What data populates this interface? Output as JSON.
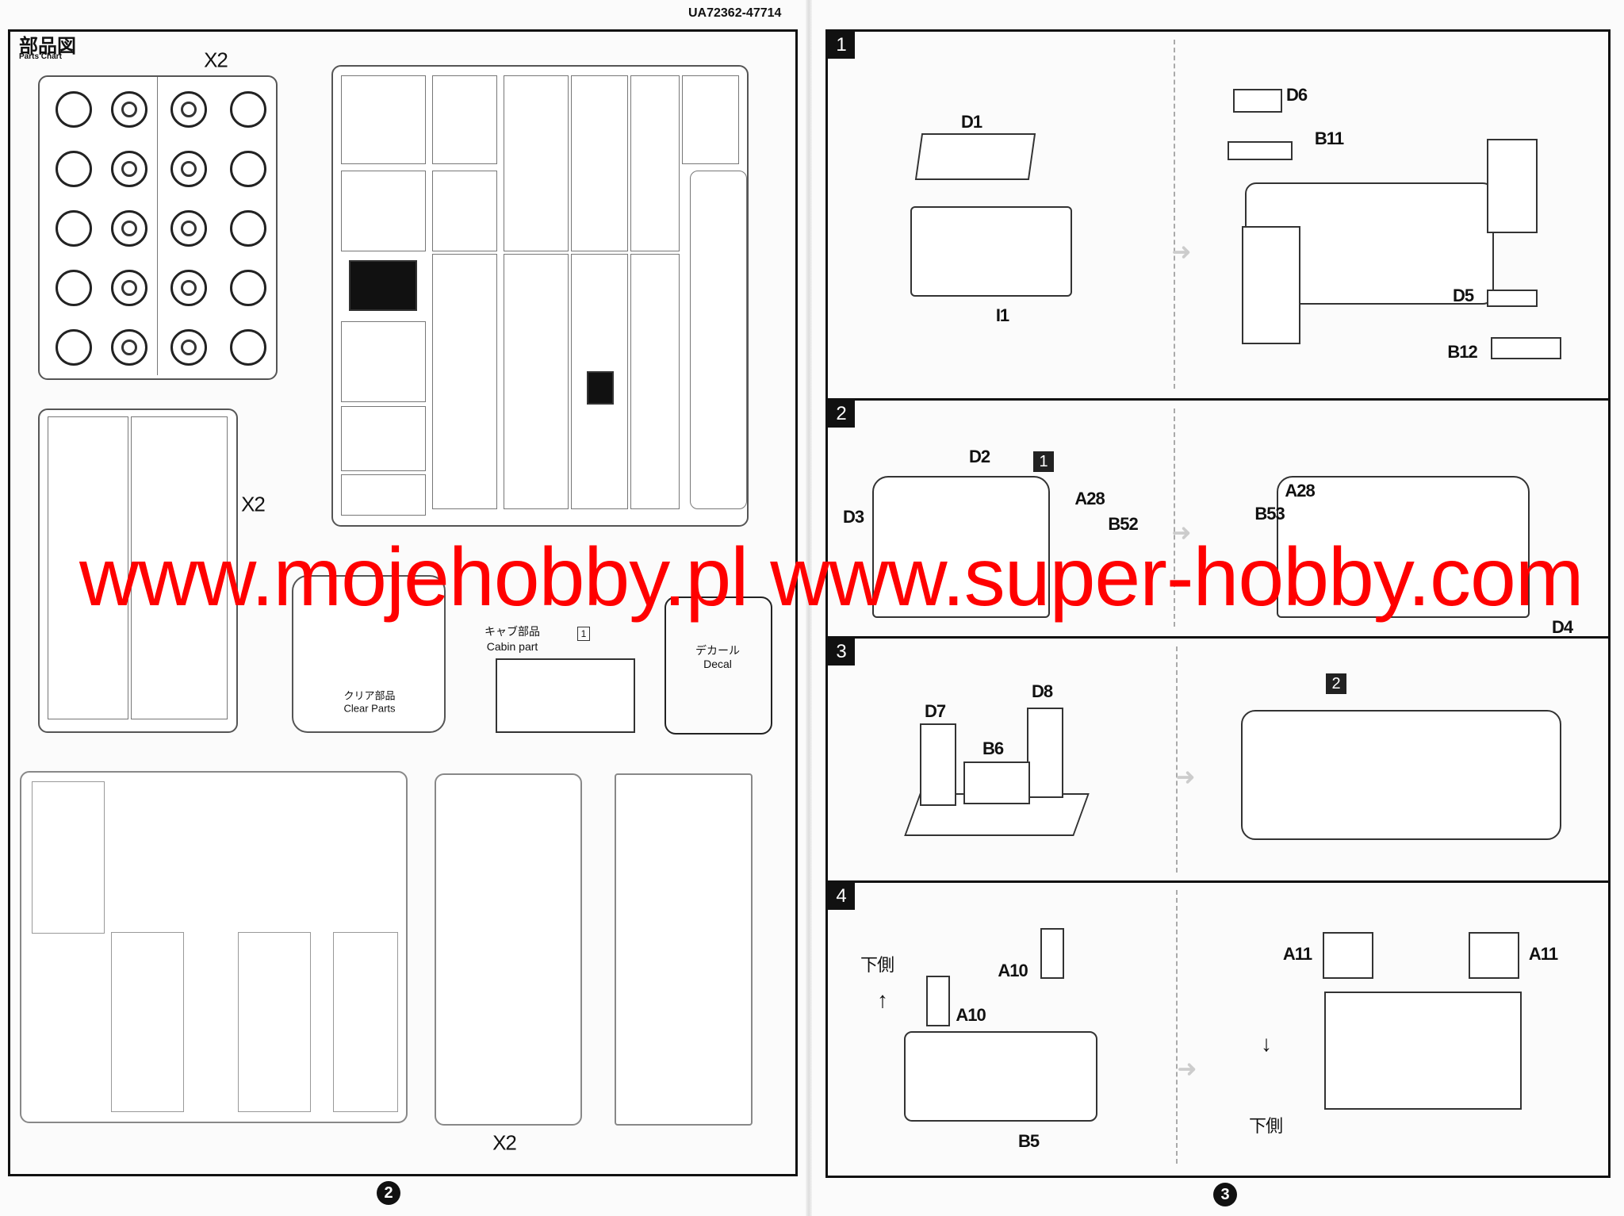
{
  "doc_code": "UA72362-47714",
  "left_page": {
    "title_jp": "部品図",
    "title_en": "Parts Chart",
    "multipliers": [
      "X2",
      "X2",
      "X2"
    ],
    "cabin_part_jp": "キャブ部品",
    "cabin_part_en": "Cabin part",
    "cabin_badge": "1",
    "clear_parts_jp": "クリア部品",
    "clear_parts_en": "Clear Parts",
    "decal_jp": "デカール",
    "decal_en": "Decal",
    "page_number": "2"
  },
  "right_page": {
    "page_number": "3",
    "steps": [
      {
        "number": "1",
        "labels": [
          "D1",
          "I1",
          "D6",
          "B11",
          "D5",
          "B12"
        ]
      },
      {
        "number": "2",
        "badge": "1",
        "labels": [
          "D2",
          "A28",
          "B52",
          "D3",
          "A28",
          "B53",
          "D4"
        ]
      },
      {
        "number": "3",
        "badge": "2",
        "labels": [
          "D7",
          "D8",
          "B6"
        ]
      },
      {
        "number": "4",
        "labels": [
          "下側",
          "A10",
          "A10",
          "B5",
          "A11",
          "A11",
          "下側"
        ]
      }
    ]
  },
  "watermark": "www.mojehobby.pl www.super-hobby.com"
}
